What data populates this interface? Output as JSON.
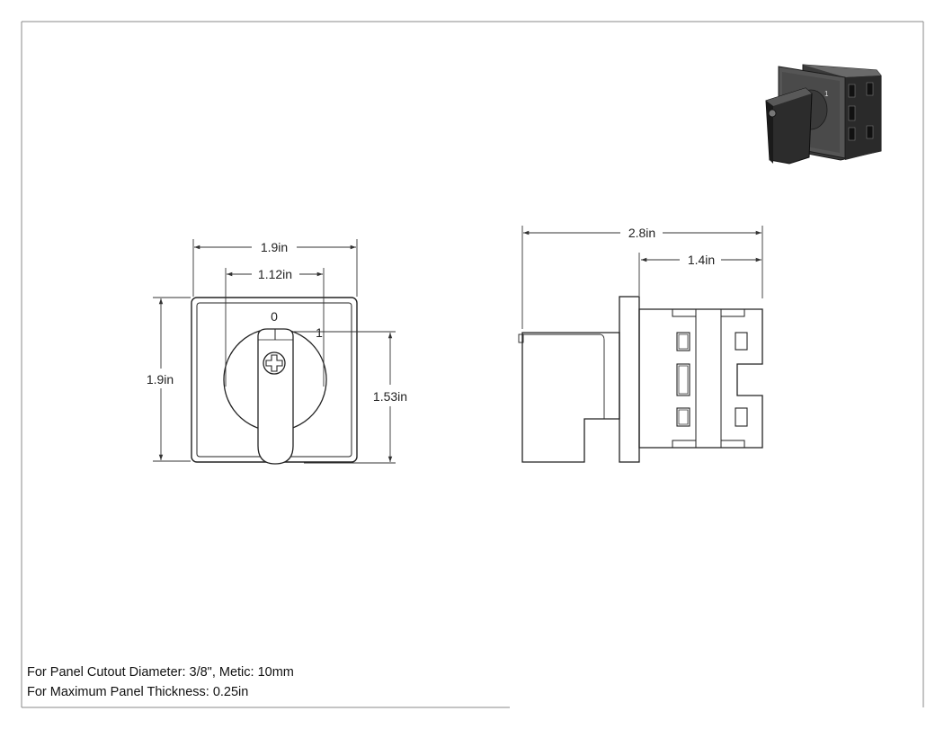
{
  "front_view": {
    "width_label": "1.9in",
    "knob_width_label": "1.12in",
    "height_label": "1.9in",
    "handle_height_label": "1.53in",
    "position_off": "0",
    "position_on": "1"
  },
  "side_view": {
    "overall_length_label": "2.8in",
    "body_length_label": "1.4in"
  },
  "notes": {
    "cutout": "For Panel Cutout Diameter: 3/8\", Metic: 10mm",
    "thickness": "For Maximum Panel Thickness: 0.25in"
  },
  "colors": {
    "line": "#222222",
    "dim_line": "#333333",
    "border": "#888888",
    "render_body": "#2f2f2f",
    "render_panel": "#5c5c5c"
  }
}
